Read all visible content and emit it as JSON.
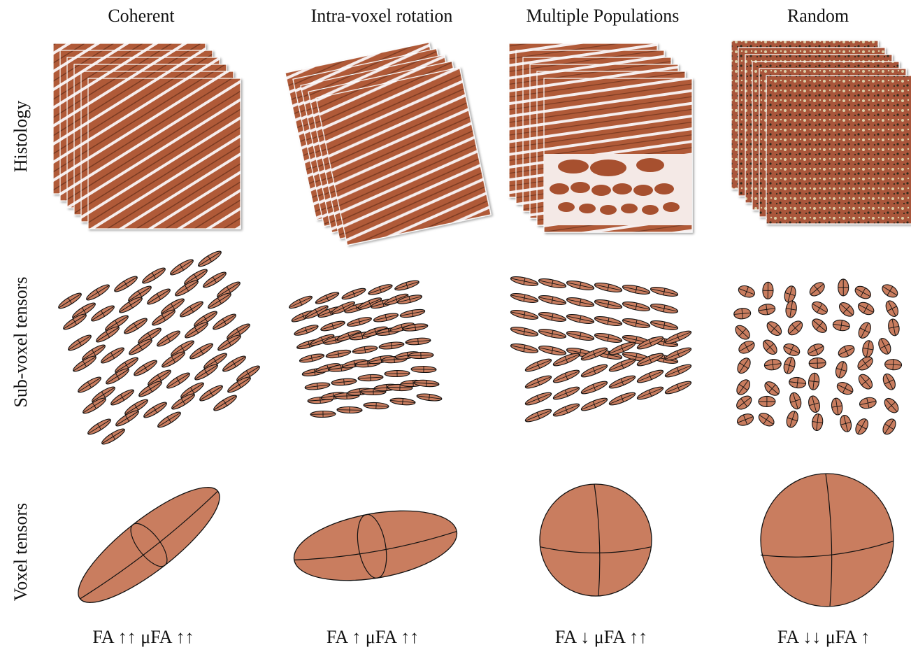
{
  "columns": [
    {
      "title": "Coherent",
      "metric": "FA ↑↑ μFA ↑↑"
    },
    {
      "title": "Intra-voxel rotation",
      "metric": "FA ↑ μFA ↑↑"
    },
    {
      "title": "Multiple Populations",
      "metric": "FA ↓ μFA ↑↑"
    },
    {
      "title": "Random",
      "metric": "FA ↓↓ μFA ↑"
    }
  ],
  "rows": [
    {
      "title": "Histology"
    },
    {
      "title": "Sub-voxel tensors"
    },
    {
      "title": "Voxel tensors"
    }
  ],
  "colors": {
    "tensor_fill": "#c97d5f",
    "tissue_fill": "#b05a38",
    "tissue_dark": "#7a3a22",
    "gap": "#f6eeee",
    "random_light": "#d9cfa8",
    "outline": "#111111"
  }
}
